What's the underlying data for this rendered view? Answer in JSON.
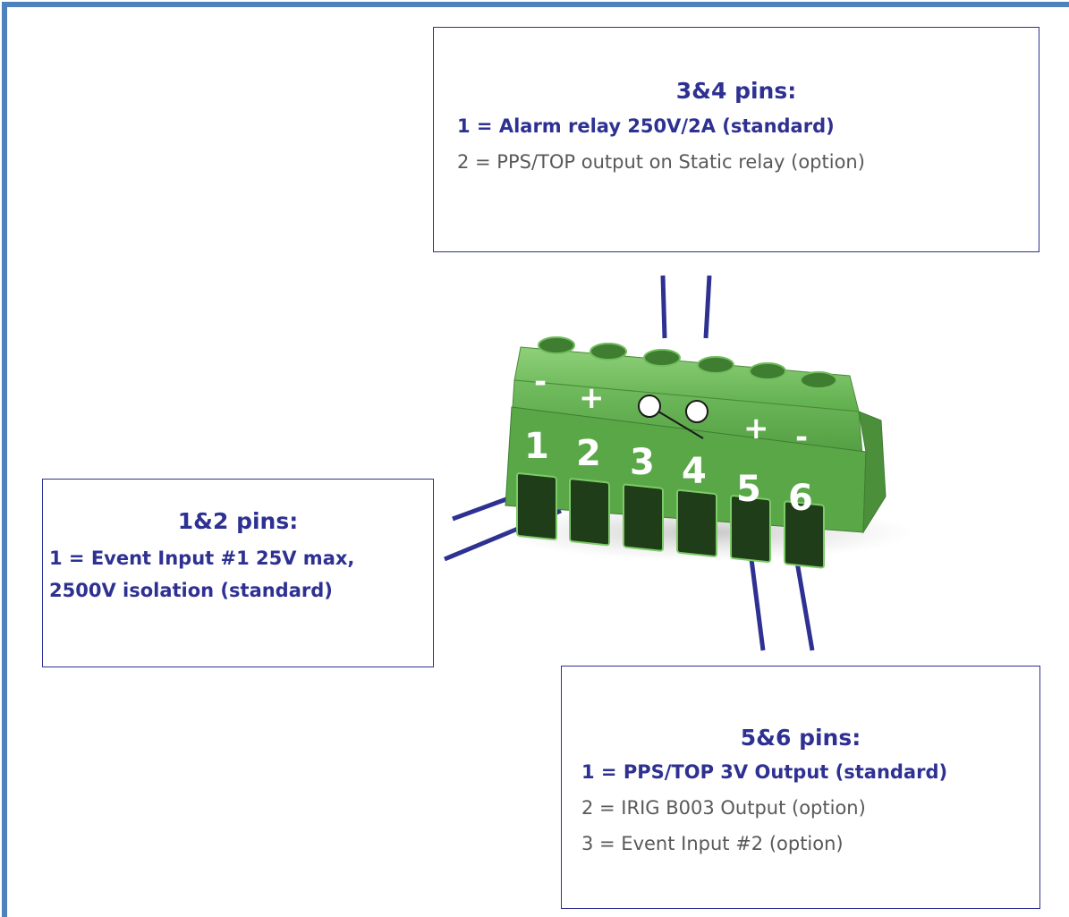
{
  "box_34": {
    "title": "3&4 pins:",
    "line1": "1 = Alarm relay 250V/2A (standard)",
    "line2": "2 = PPS/TOP output on Static relay (option)"
  },
  "box_12": {
    "title": "1&2 pins:",
    "line1": "1 = Event Input #1 25V max,",
    "line2": "2500V isolation (standard)"
  },
  "box_56": {
    "title": "5&6 pins:",
    "line1": "1 = PPS/TOP 3V Output (standard)",
    "line2": "2 = IRIG B003 Output (option)",
    "line3": "3 = Event Input #2 (option)"
  },
  "connector": {
    "pins": [
      "1",
      "2",
      "3",
      "4",
      "5",
      "6"
    ],
    "polarity": {
      "pin1": "-",
      "pin2": "+",
      "pin5": "+",
      "pin6": "-"
    }
  },
  "colors": {
    "frame": "#4f81bd",
    "accent": "#2e3192",
    "option_text": "#595959",
    "connector_green": "#6cb85a"
  }
}
